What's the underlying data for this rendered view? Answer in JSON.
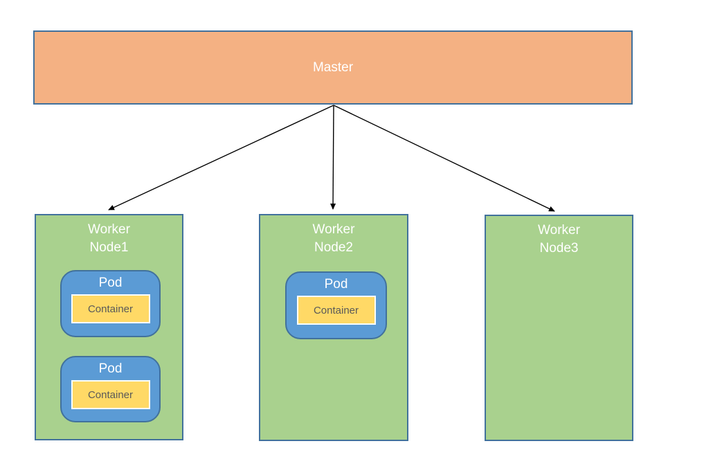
{
  "colors": {
    "background": "#FFFFFF",
    "master_fill": "#F4B183",
    "node_fill": "#A9D18E",
    "pod_fill": "#5B9BD5",
    "container_fill": "#FFD966",
    "shape_border": "#41719C",
    "container_border": "#FFFFFF",
    "light_text": "#FFFFFF",
    "container_text": "#595959",
    "arrow": "#000000"
  },
  "master": {
    "label": "Master"
  },
  "workers": [
    {
      "line1": "Worker",
      "line2": "Node1",
      "pods": [
        {
          "label": "Pod",
          "container_label": "Container"
        },
        {
          "label": "Pod",
          "container_label": "Container"
        }
      ]
    },
    {
      "line1": "Worker",
      "line2": "Node2",
      "pods": [
        {
          "label": "Pod",
          "container_label": "Container"
        }
      ]
    },
    {
      "line1": "Worker",
      "line2": "Node3",
      "pods": []
    }
  ]
}
